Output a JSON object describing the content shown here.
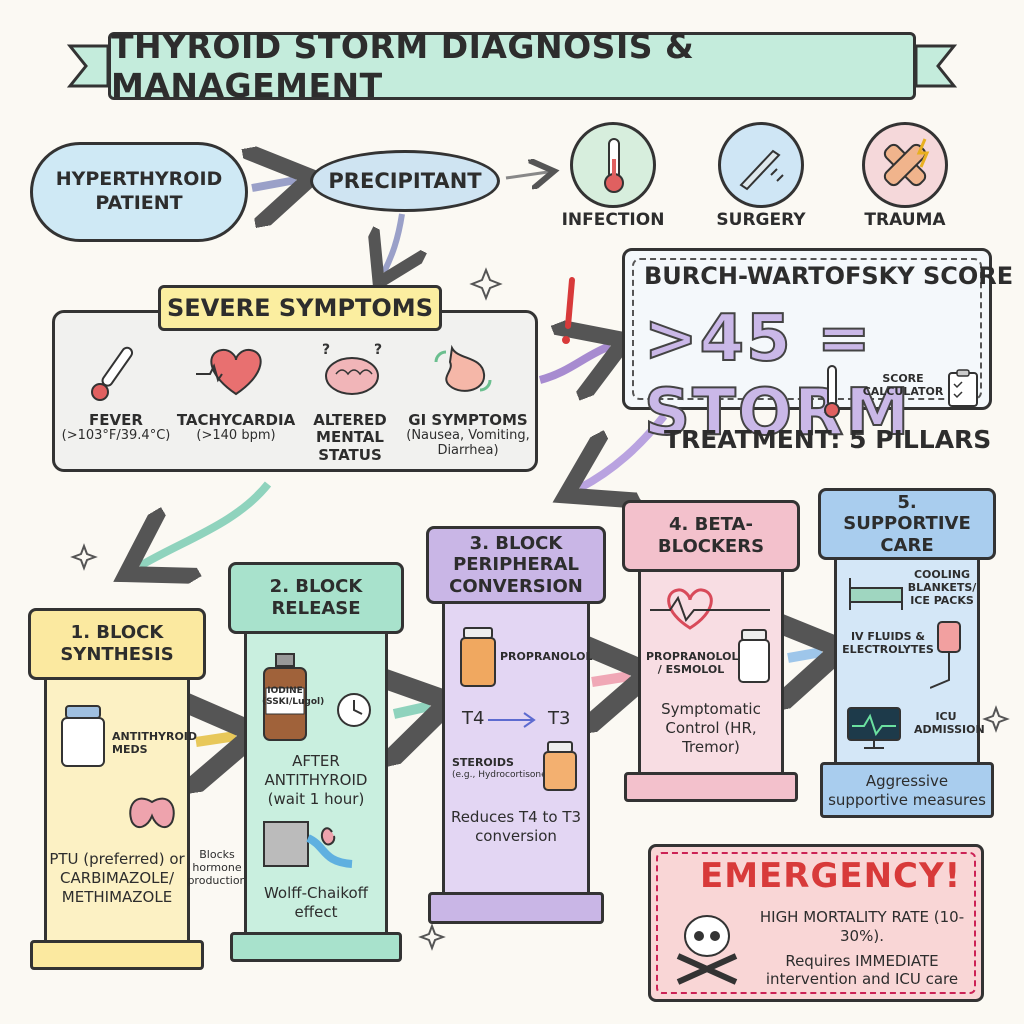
{
  "title": "THYROID STORM DIAGNOSIS & MANAGEMENT",
  "flow": {
    "patient": [
      "HYPERTHYROID",
      "PATIENT"
    ],
    "precipitant": "PRECIPITANT",
    "causes": [
      "INFECTION",
      "SURGERY",
      "TRAUMA"
    ]
  },
  "symptoms": {
    "title": "SEVERE SYMPTOMS",
    "items": [
      {
        "label": "FEVER",
        "detail": "(>103°F/39.4°C)"
      },
      {
        "label": "TACHYCARDIA",
        "detail": "(>140 bpm)"
      },
      {
        "label": "ALTERED MENTAL STATUS",
        "detail": ""
      },
      {
        "label": "GI SYMPTOMS",
        "detail": "(Nausea, Vomiting, Diarrhea)"
      }
    ]
  },
  "score": {
    "title": "BURCH-WARTOFSKY SCORE",
    "formula": ">45 = STORM",
    "calculator": "SCORE CALCULATOR",
    "treatment": "TREATMENT: 5 PILLARS"
  },
  "pillars": [
    {
      "title": "1. BLOCK SYNTHESIS",
      "label1": "ANTITHYROID MEDS",
      "bottle": "ANTITHYROID MEDS",
      "main": "PTU (preferred) or CARBIMAZOLE/ METHIMAZOLE",
      "note": "Blocks hormone production"
    },
    {
      "title": "2. BLOCK RELEASE",
      "bottle": "IODINE (SSKI/Lugol)",
      "main": "AFTER ANTITHYROID (wait 1 hour)",
      "effect": "Wolff-Chaikoff effect"
    },
    {
      "title": "3. BLOCK PERIPHERAL CONVERSION",
      "drug": "PROPRANOLOL",
      "t4": "T4",
      "t3": "T3",
      "steroid": "STEROIDS",
      "steroid_ex": "(e.g., Hydrocortisone)",
      "bottle": "STEROIDS",
      "main": "Reduces T4 to T3 conversion"
    },
    {
      "title": "4. BETA-BLOCKERS",
      "drug": "PROPRANOLOL / ESMOLOL",
      "main": "Symptomatic Control (HR, Tremor)"
    },
    {
      "title": "5. SUPPORTIVE CARE",
      "items": [
        "COOLING BLANKETS/ ICE PACKS",
        "IV FLUIDS & ELECTROLYTES",
        "ICU ADMISSION"
      ],
      "main": "Aggressive supportive measures"
    }
  ],
  "emergency": {
    "title": "EMERGENCY!",
    "text1": "HIGH MORTALITY RATE (10-30%).",
    "text2": "Requires IMMEDIATE intervention and ICU care"
  }
}
